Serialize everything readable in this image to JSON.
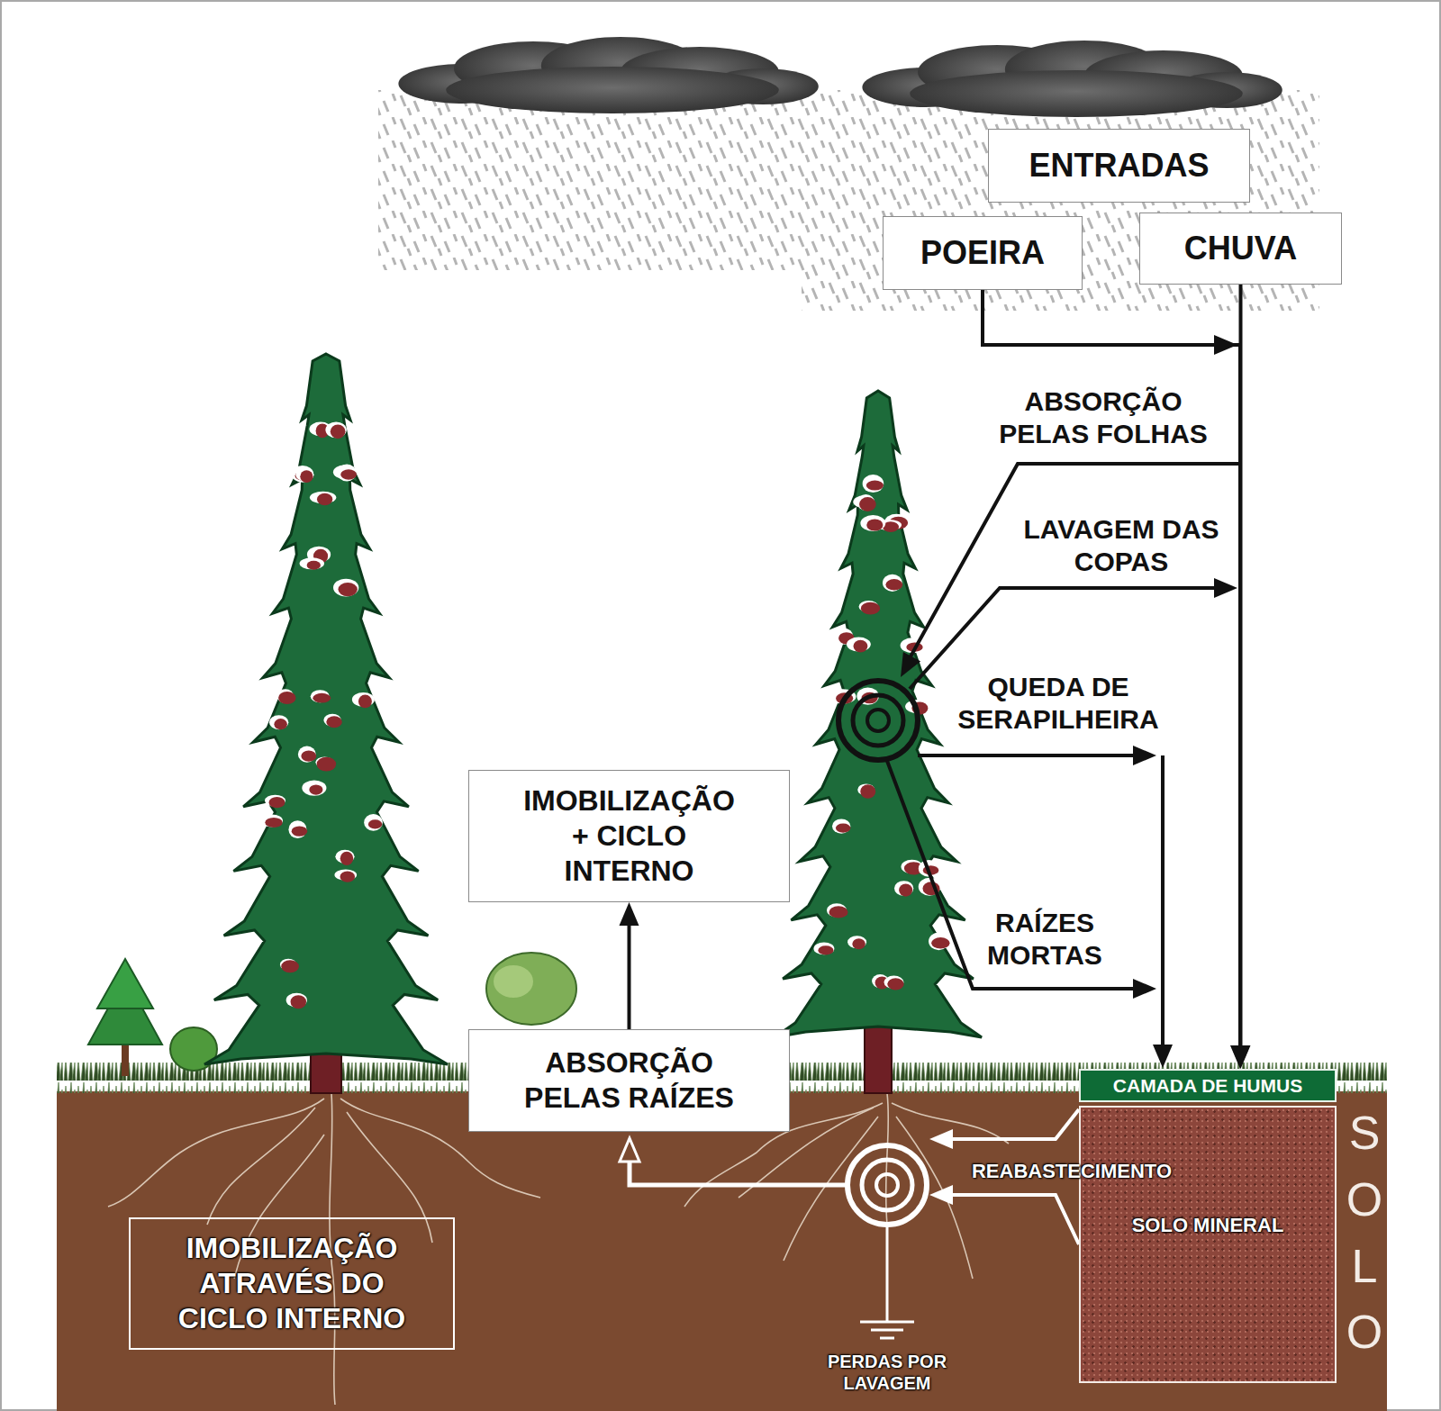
{
  "diagram": {
    "nodes": [
      {
        "text": [
          "ENTRADAS"
        ]
      },
      {
        "text": [
          "POEIRA"
        ]
      },
      {
        "text": [
          "CHUVA"
        ]
      },
      {
        "text": [
          "IMOBILIZAÇÃO + CICLO INTERNO"
        ]
      },
      {
        "text": [
          "ABSORÇÃO PELAS RAÍZES"
        ]
      },
      {
        "text": [
          "CAMADA DE HUMUS"
        ]
      },
      {
        "text": [
          "SOLO MINERAL"
        ]
      },
      {
        "text": [
          "IMOBILIZAÇÃO ATRAVÉS DO CICLO INTERNO"
        ]
      }
    ],
    "edges": [
      {
        "from": 1,
        "to": 5,
        "arrow": "to"
      },
      {
        "from": 2,
        "to": 5,
        "arrow": "to"
      },
      {
        "from": 4,
        "to": 3,
        "arrow": "to"
      }
    ],
    "labels": [
      "ABSORÇÃO PELAS FOLHAS",
      "LAVAGEM DAS COPAS",
      "QUEDA DE SERAPILHEIRA",
      "RAÍZES MORTAS",
      "REABASTECIMENTO",
      "PERDAS POR LAVAGEM",
      "SOLO"
    ]
  }
}
